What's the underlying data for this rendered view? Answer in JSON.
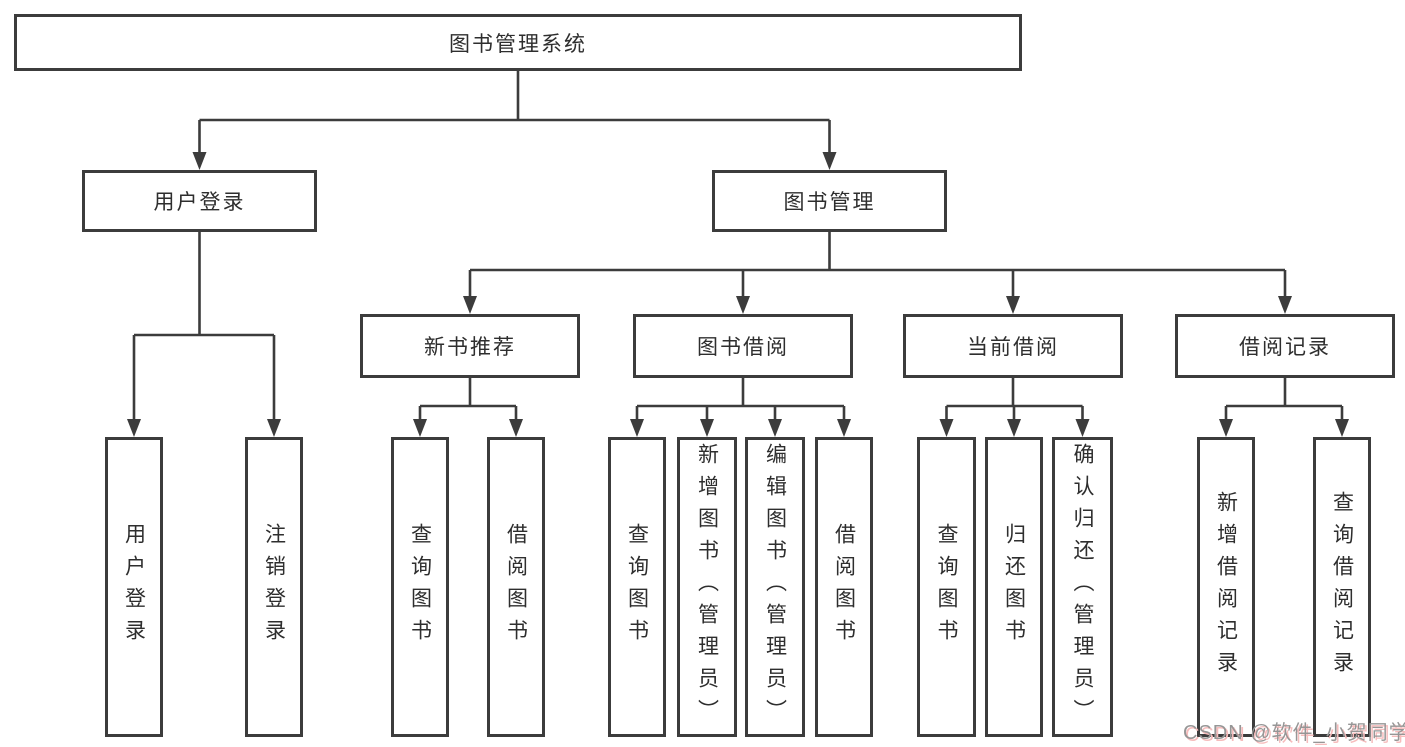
{
  "diagram_type": "hierarchy-tree",
  "tree": {
    "root": {
      "label": "图书管理系统"
    },
    "children": [
      {
        "label": "用户登录",
        "children": [
          {
            "label": "用户登录"
          },
          {
            "label": "注销登录"
          }
        ]
      },
      {
        "label": "图书管理",
        "children": [
          {
            "label": "新书推荐",
            "children": [
              {
                "label": "查询图书"
              },
              {
                "label": "借阅图书"
              }
            ]
          },
          {
            "label": "图书借阅",
            "children": [
              {
                "label": "查询图书"
              },
              {
                "label": "新增图书（管理员）"
              },
              {
                "label": "编辑图书（管理员）"
              },
              {
                "label": "借阅图书"
              }
            ]
          },
          {
            "label": "当前借阅",
            "children": [
              {
                "label": "查询图书"
              },
              {
                "label": "归还图书"
              },
              {
                "label": "确认归还（管理员）"
              }
            ]
          },
          {
            "label": "借阅记录",
            "children": [
              {
                "label": "新增借阅记录"
              },
              {
                "label": "查询借阅记录"
              }
            ]
          }
        ]
      }
    ]
  },
  "watermark": {
    "text": "CSDN @软件_小贺同学"
  },
  "colors": {
    "line": "#3c3c3c",
    "box_border": "#3c3c3c",
    "box_background": "#ffffff",
    "text": "#2e2e2e",
    "watermark_text": "#969696",
    "watermark_shadow": "#f6bcbc",
    "background": "#ffffff"
  }
}
